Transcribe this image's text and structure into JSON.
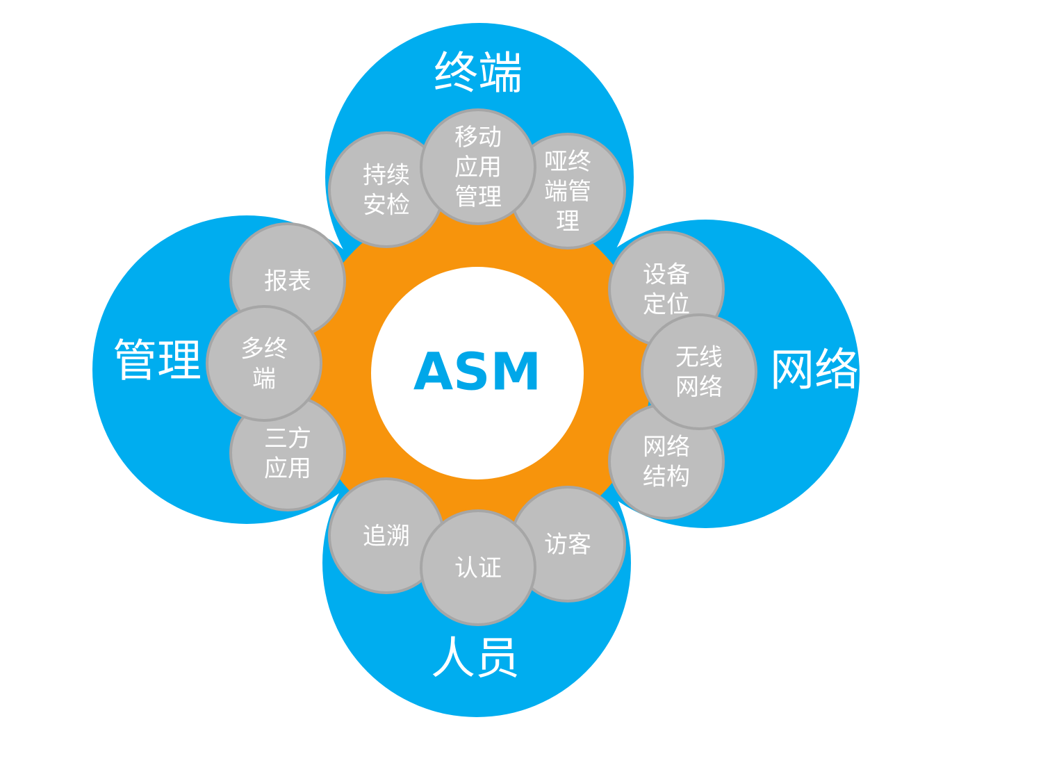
{
  "colors": {
    "petal": "#00adef",
    "ring": "#f7940c",
    "node_fill": "#bebebe",
    "node_border": "#a6a6a6",
    "hub": "#ffffff",
    "hub_text": "#00a7e9",
    "label_text": "#ffffff"
  },
  "hub": {
    "label": "ASM"
  },
  "categories": {
    "terminal": {
      "title": "终端",
      "items": [
        {
          "lines": [
            "持续",
            "安检"
          ]
        },
        {
          "lines": [
            "移动",
            "应用",
            "管理"
          ]
        },
        {
          "lines": [
            "哑终",
            "端管",
            "理"
          ]
        }
      ]
    },
    "network": {
      "title": "网络",
      "items": [
        {
          "lines": [
            "设备",
            "定位"
          ]
        },
        {
          "lines": [
            "无线",
            "网络"
          ]
        },
        {
          "lines": [
            "网络",
            "结构"
          ]
        }
      ]
    },
    "people": {
      "title": "人员",
      "items": [
        {
          "lines": [
            "追溯"
          ]
        },
        {
          "lines": [
            "认证"
          ]
        },
        {
          "lines": [
            "访客"
          ]
        }
      ]
    },
    "management": {
      "title": "管理",
      "items": [
        {
          "lines": [
            "报表"
          ]
        },
        {
          "lines": [
            "多终",
            "端"
          ]
        },
        {
          "lines": [
            "三方",
            "应用"
          ]
        }
      ]
    }
  }
}
